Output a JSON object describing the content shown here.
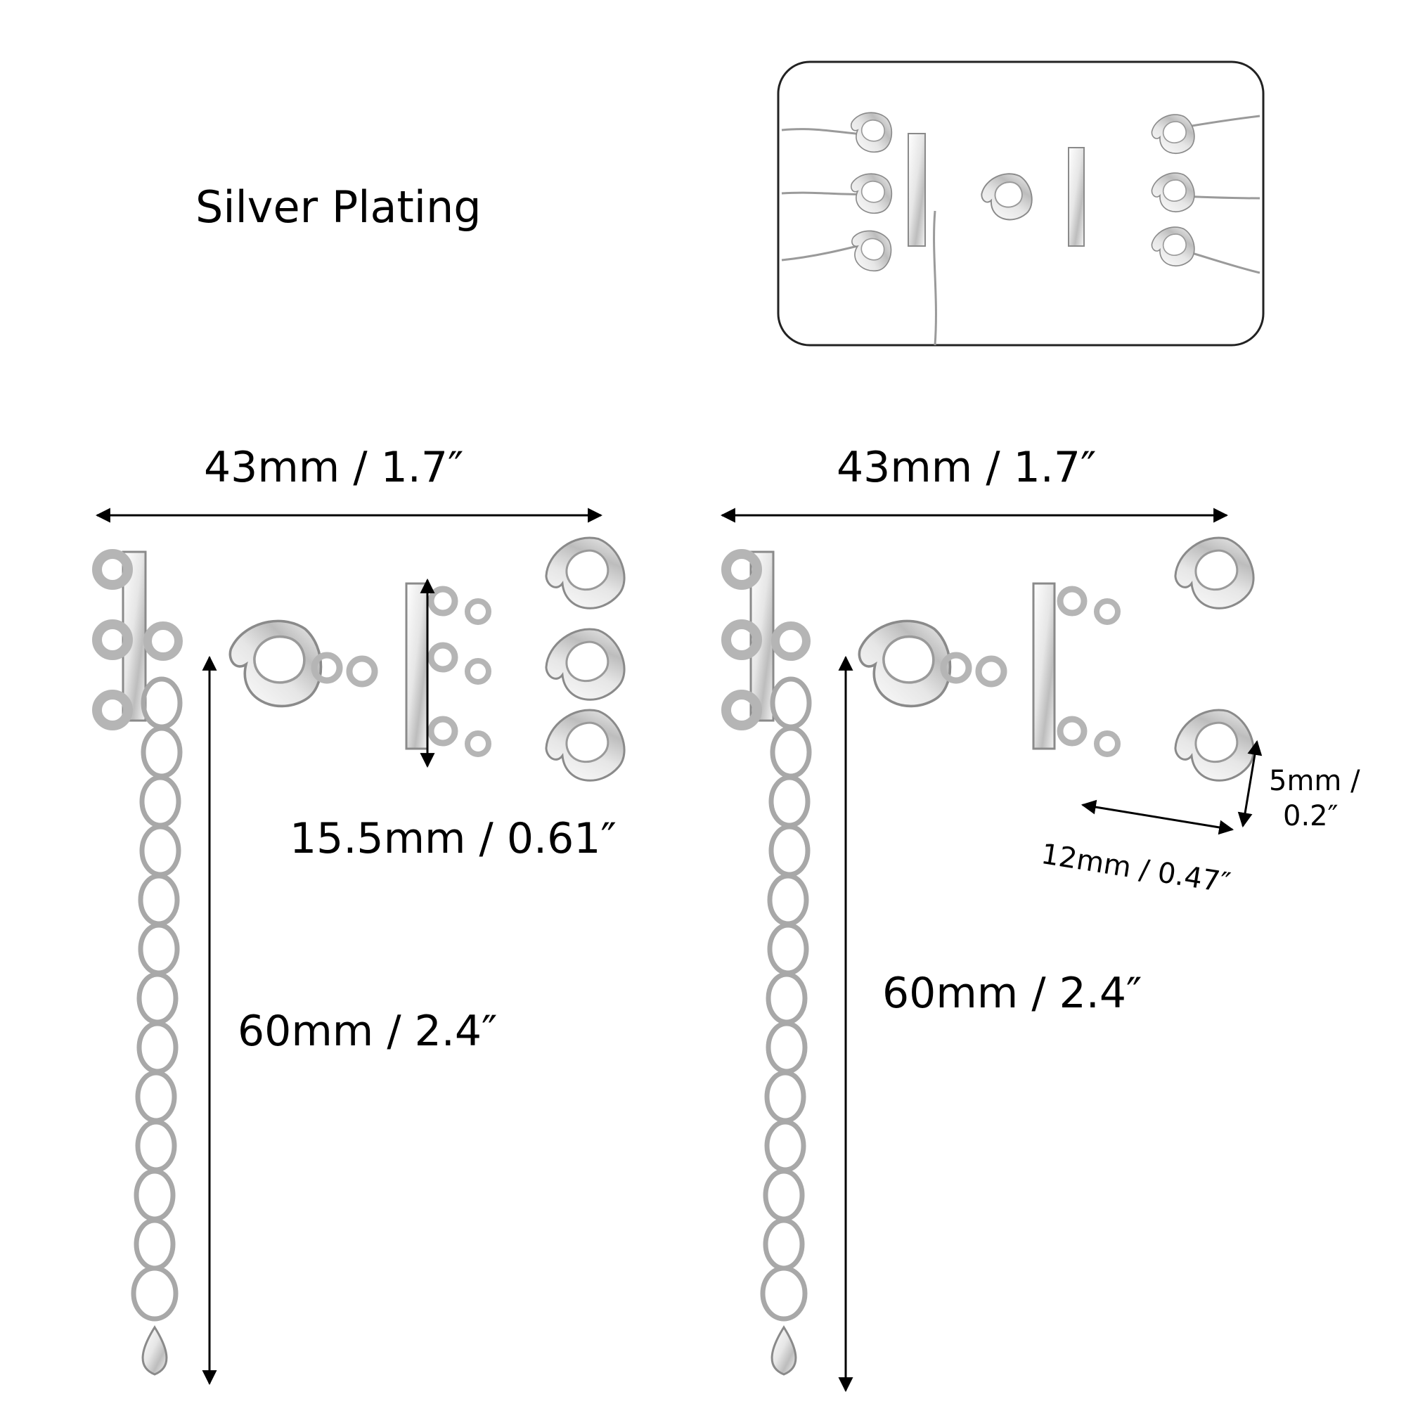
{
  "title": "Silver Plating",
  "colors": {
    "silver_light": "#f2f2f2",
    "silver_mid": "#c9c9c9",
    "silver_dark": "#8f8f8f",
    "outline": "#7a7a7a",
    "text": "#000000"
  },
  "left_item": {
    "width_label": "43mm / 1.7″",
    "height_label": "15.5mm / 0.61″",
    "chain_label": "60mm / 2.4″"
  },
  "right_item": {
    "width_label": "43mm / 1.7″",
    "chain_label": "60mm / 2.4″",
    "clasp_width_label": "12mm / 0.47″",
    "clasp_height_label": "5mm /",
    "clasp_height_label_2": "0.2″"
  }
}
